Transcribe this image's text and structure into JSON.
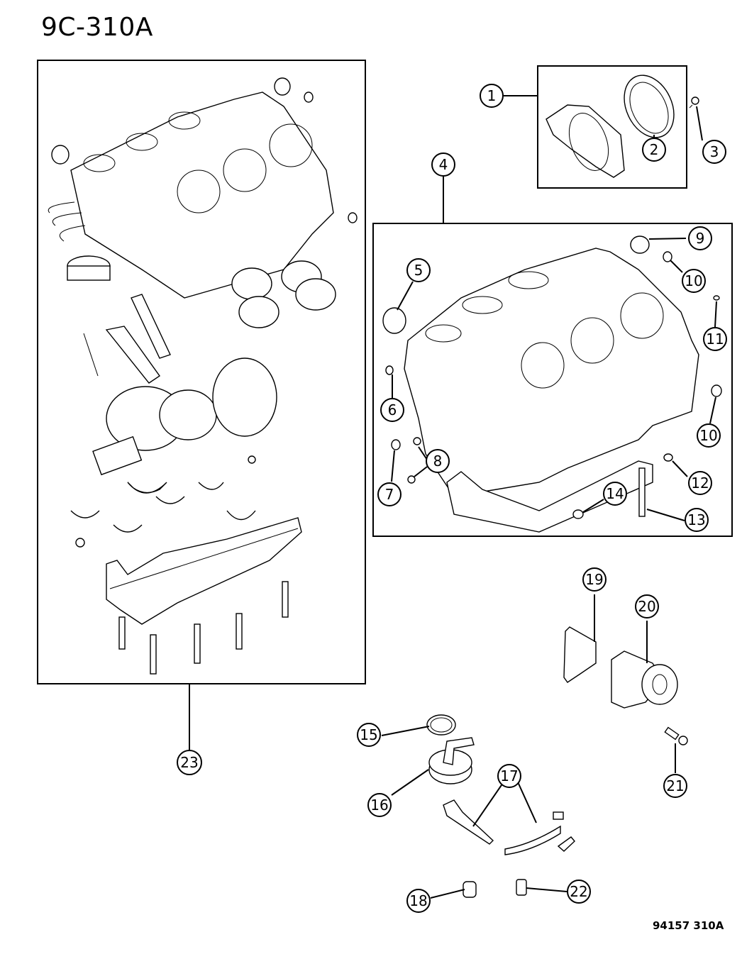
{
  "title": "9C-310A",
  "footer_code": "94157 310A",
  "callouts": [
    {
      "id": "1",
      "label": "1"
    },
    {
      "id": "2",
      "label": "2"
    },
    {
      "id": "3",
      "label": "3"
    },
    {
      "id": "4",
      "label": "4"
    },
    {
      "id": "5",
      "label": "5"
    },
    {
      "id": "6",
      "label": "6"
    },
    {
      "id": "7",
      "label": "7"
    },
    {
      "id": "8",
      "label": "8"
    },
    {
      "id": "9",
      "label": "9"
    },
    {
      "id": "10a",
      "label": "10"
    },
    {
      "id": "10b",
      "label": "10"
    },
    {
      "id": "11",
      "label": "11"
    },
    {
      "id": "12",
      "label": "12"
    },
    {
      "id": "13",
      "label": "13"
    },
    {
      "id": "14",
      "label": "14"
    },
    {
      "id": "15",
      "label": "15"
    },
    {
      "id": "16",
      "label": "16"
    },
    {
      "id": "17",
      "label": "17"
    },
    {
      "id": "18",
      "label": "18"
    },
    {
      "id": "19",
      "label": "19"
    },
    {
      "id": "20",
      "label": "20"
    },
    {
      "id": "21",
      "label": "21"
    },
    {
      "id": "22",
      "label": "22"
    },
    {
      "id": "23",
      "label": "23"
    }
  ]
}
